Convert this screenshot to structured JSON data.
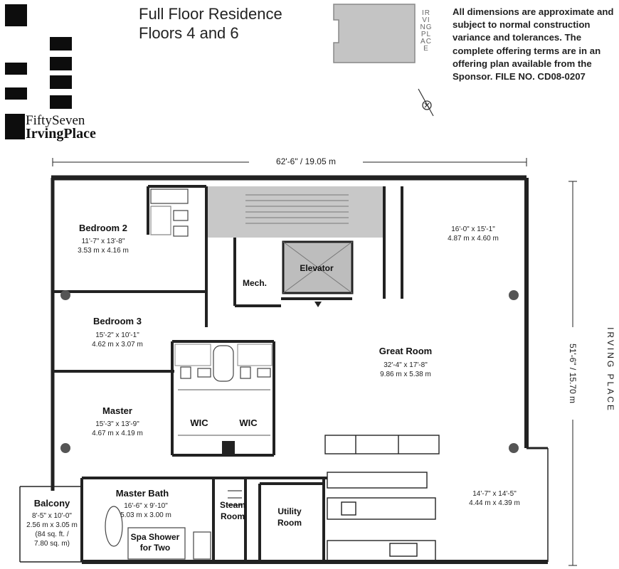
{
  "header": {
    "title_line1": "Full Floor Residence",
    "title_line2": "Floors 4 and 6"
  },
  "disclaimer": "All dimensions are approximate and subject to normal construction variance and tolerances. The complete offering terms are in an offering plan available from the Sponsor. FILE NO. CD08-0207",
  "logo": {
    "line1": "FiftySeven",
    "line2": "IrvingPlace"
  },
  "key_plan": {
    "street_label": "IRVING PLACE"
  },
  "dimensions": {
    "overall_width": "62'-6\" / 19.05 m",
    "overall_depth": "51'-6\" / 15.70 m"
  },
  "street_label": "IRVING PLACE",
  "rooms": {
    "bedroom2": {
      "name": "Bedroom 2",
      "dim_imperial": "11'-7\" x 13'-8\"",
      "dim_metric": "3.53 m x 4.16 m"
    },
    "bedroom3": {
      "name": "Bedroom 3",
      "dim_imperial": "15'-2\" x 10'-1\"",
      "dim_metric": "4.62 m x 3.07 m"
    },
    "master": {
      "name": "Master",
      "dim_imperial": "15'-3\" x 13'-9\"",
      "dim_metric": "4.67 m x 4.19 m"
    },
    "great_room": {
      "name": "Great Room",
      "dim_imperial": "32'-4\" x 17'-8\"",
      "dim_metric": "9.86 m x 5.38 m"
    },
    "corner_room": {
      "dim_imperial": "16'-0\" x 15'-1\"",
      "dim_metric": "4.87 m x 4.60 m"
    },
    "kitchen": {
      "dim_imperial": "14'-7\" x 14'-5\"",
      "dim_metric": "4.44 m x 4.39 m"
    },
    "master_bath": {
      "name": "Master Bath",
      "dim_imperial": "16'-6\" x 9'-10\"",
      "dim_metric": "5.03 m x 3.00 m"
    },
    "balcony": {
      "name": "Balcony",
      "dim_imperial": "8'-5\" x 10'-0\"",
      "dim_metric": "2.56 m x 3.05 m",
      "area_imperial": "(84 sq. ft. /",
      "area_metric": "7.80 sq. m)"
    },
    "mech": {
      "name": "Mech."
    },
    "elevator": {
      "name": "Elevator"
    },
    "wic": {
      "name": "WIC"
    },
    "steam_room": {
      "line1": "Steam",
      "line2": "Room"
    },
    "utility_room": {
      "line1": "Utility",
      "line2": "Room"
    },
    "spa_shower": {
      "line1": "Spa Shower",
      "line2": "for Two"
    }
  }
}
